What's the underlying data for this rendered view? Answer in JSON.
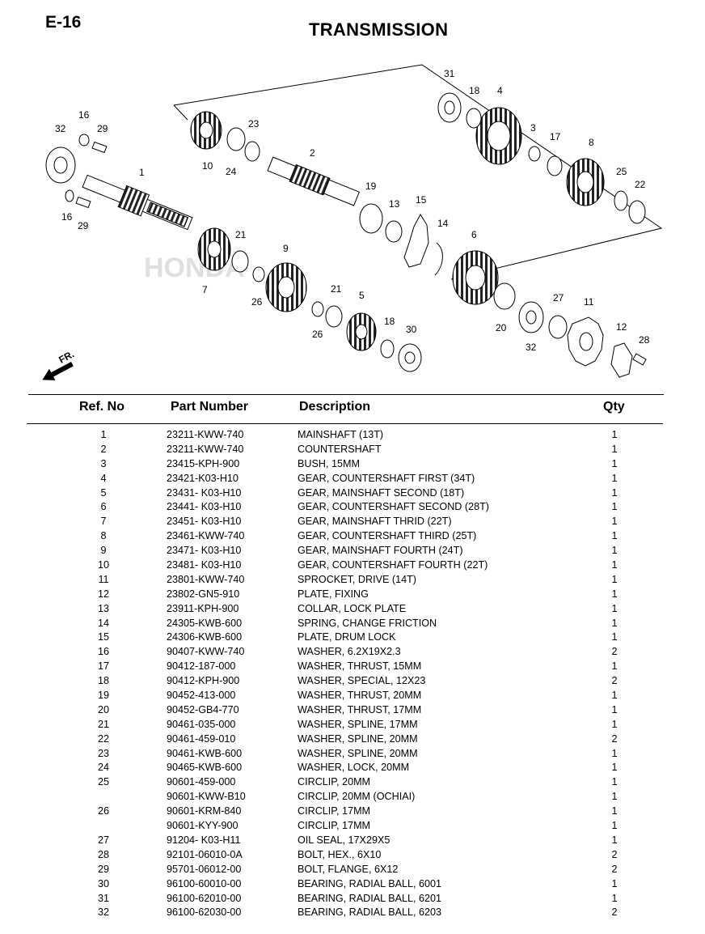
{
  "header": {
    "page_id": "E-16",
    "title": "TRANSMISSION"
  },
  "diagram": {
    "callouts": [
      "1",
      "2",
      "3",
      "4",
      "5",
      "6",
      "7",
      "8",
      "9",
      "10",
      "11",
      "12",
      "13",
      "14",
      "15",
      "16",
      "16",
      "17",
      "18",
      "18",
      "19",
      "20",
      "21",
      "21",
      "22",
      "23",
      "24",
      "25",
      "26",
      "26",
      "27",
      "28",
      "29",
      "29",
      "30",
      "31",
      "32",
      "32"
    ],
    "direction_label": "FR."
  },
  "table": {
    "headers": {
      "ref": "Ref. No",
      "part": "Part Number",
      "desc": "Description",
      "qty": "Qty"
    },
    "rows": [
      {
        "ref": "1",
        "part": "23211-KWW-740",
        "desc": "MAINSHAFT (13T)",
        "qty": "1"
      },
      {
        "ref": "2",
        "part": "23211-KWW-740",
        "desc": "COUNTERSHAFT",
        "qty": "1"
      },
      {
        "ref": "3",
        "part": "23415-KPH-900",
        "desc": "BUSH, 15MM",
        "qty": "1"
      },
      {
        "ref": "4",
        "part": "23421-K03-H10",
        "desc": "GEAR, COUNTERSHAFT FIRST (34T)",
        "qty": "1"
      },
      {
        "ref": "5",
        "part": "23431- K03-H10",
        "desc": "GEAR, MAINSHAFT SECOND (18T)",
        "qty": "1"
      },
      {
        "ref": "6",
        "part": "23441- K03-H10",
        "desc": "GEAR, COUNTERSHAFT SECOND (28T)",
        "qty": "1"
      },
      {
        "ref": "7",
        "part": "23451- K03-H10",
        "desc": "GEAR, MAINSHAFT THRID (22T)",
        "qty": "1"
      },
      {
        "ref": "8",
        "part": "23461-KWW-740",
        "desc": "GEAR, COUNTERSHAFT THIRD (25T)",
        "qty": "1"
      },
      {
        "ref": "9",
        "part": "23471- K03-H10",
        "desc": "GEAR, MAINSHAFT FOURTH (24T)",
        "qty": "1"
      },
      {
        "ref": "10",
        "part": "23481- K03-H10",
        "desc": "GEAR, COUNTERSHAFT FOURTH (22T)",
        "qty": "1"
      },
      {
        "ref": "11",
        "part": "23801-KWW-740",
        "desc": "SPROCKET, DRIVE (14T)",
        "qty": "1"
      },
      {
        "ref": "12",
        "part": "23802-GN5-910",
        "desc": "PLATE, FIXING",
        "qty": "1"
      },
      {
        "ref": "13",
        "part": "23911-KPH-900",
        "desc": "COLLAR, LOCK PLATE",
        "qty": "1"
      },
      {
        "ref": "14",
        "part": "24305-KWB-600",
        "desc": "SPRING, CHANGE FRICTION",
        "qty": "1"
      },
      {
        "ref": "15",
        "part": "24306-KWB-600",
        "desc": "PLATE, DRUM LOCK",
        "qty": "1"
      },
      {
        "ref": "16",
        "part": "90407-KWW-740",
        "desc": "WASHER, 6.2X19X2.3",
        "qty": "2"
      },
      {
        "ref": "17",
        "part": "90412-187-000",
        "desc": "WASHER, THRUST, 15MM",
        "qty": "1"
      },
      {
        "ref": "18",
        "part": "90412-KPH-900",
        "desc": "WASHER, SPECIAL, 12X23",
        "qty": "2"
      },
      {
        "ref": "19",
        "part": "90452-413-000",
        "desc": "WASHER, THRUST, 20MM",
        "qty": "1"
      },
      {
        "ref": "20",
        "part": "90452-GB4-770",
        "desc": "WASHER, THRUST, 17MM",
        "qty": "1"
      },
      {
        "ref": "21",
        "part": "90461-035-000",
        "desc": "WASHER, SPLINE, 17MM",
        "qty": "1"
      },
      {
        "ref": "22",
        "part": "90461-459-010",
        "desc": "WASHER, SPLINE, 20MM",
        "qty": "2"
      },
      {
        "ref": "23",
        "part": "90461-KWB-600",
        "desc": "WASHER, SPLINE, 20MM",
        "qty": "1"
      },
      {
        "ref": "24",
        "part": "90465-KWB-600",
        "desc": "WASHER, LOCK, 20MM",
        "qty": "1"
      },
      {
        "ref": "25",
        "part": "90601-459-000",
        "desc": "CIRCLIP, 20MM",
        "qty": "1"
      },
      {
        "ref": "",
        "part": "90601-KWW-B10",
        "desc": "CIRCLIP, 20MM (OCHIAI)",
        "qty": "1"
      },
      {
        "ref": "26",
        "part": "90601-KRM-840",
        "desc": "CIRCLIP, 17MM",
        "qty": "1"
      },
      {
        "ref": "",
        "part": "90601-KYY-900",
        "desc": "CIRCLIP, 17MM",
        "qty": "1"
      },
      {
        "ref": "27",
        "part": "91204- K03-H11",
        "desc": "OIL SEAL, 17X29X5",
        "qty": "1"
      },
      {
        "ref": "28",
        "part": "92101-06010-0A",
        "desc": "BOLT, HEX., 6X10",
        "qty": "2"
      },
      {
        "ref": "29",
        "part": "95701-06012-00",
        "desc": "BOLT, FLANGE, 6X12",
        "qty": "2"
      },
      {
        "ref": "30",
        "part": "96100-60010-00",
        "desc": "BEARING, RADIAL BALL, 6001",
        "qty": "1"
      },
      {
        "ref": "31",
        "part": "96100-62010-00",
        "desc": "BEARING, RADIAL BALL, 6201",
        "qty": "1"
      },
      {
        "ref": "32",
        "part": "96100-62030-00",
        "desc": "BEARING, RADIAL BALL, 6203",
        "qty": "2"
      }
    ]
  }
}
